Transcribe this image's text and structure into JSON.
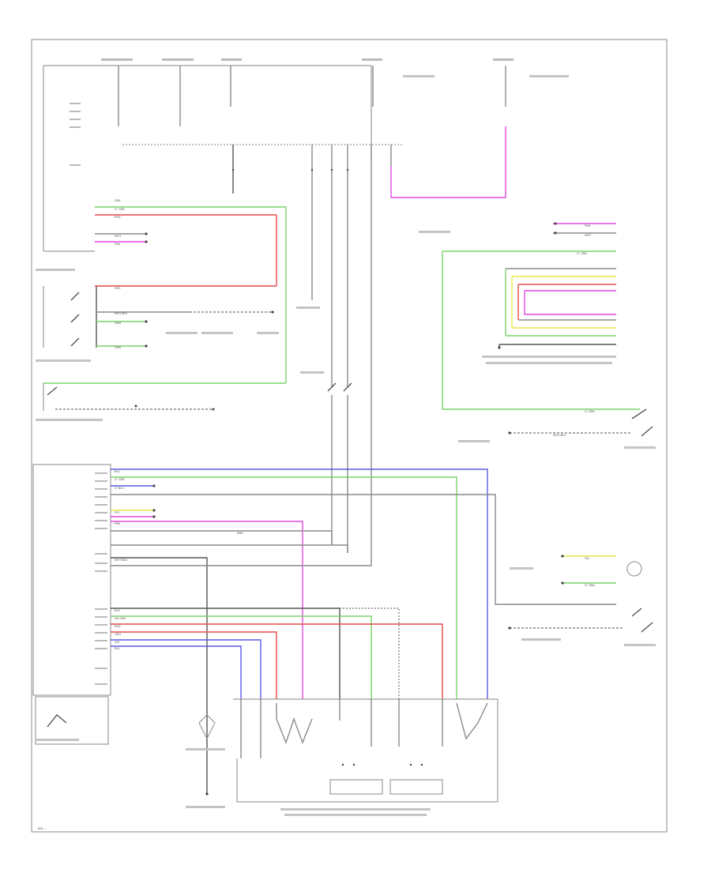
{
  "diagram": {
    "footer_id": "W0...",
    "colors": {
      "green": "#7ad36a",
      "red": "#e64a4a",
      "pink": "#e24ae2",
      "blue": "#5a5ae6",
      "yellow": "#e6e64a",
      "gray": "#8a8a8a"
    },
    "wire_labels": {
      "w_gra": "GRA",
      "w_brn": "BRN",
      "w_red": "RED",
      "w_org": "ORG",
      "w_blk": "BLK",
      "w_wht": "WHT",
      "w_pnk": "PNK",
      "w_grn": "GRN",
      "w_blu": "BLU",
      "w_vio": "VIO",
      "w_yel": "YEL",
      "w_ltgrn": "LT GRN",
      "w_whtblk": "WHT/BLK",
      "w_ltblu": "LT BLU",
      "w_dkgrn": "DK GRN"
    }
  }
}
